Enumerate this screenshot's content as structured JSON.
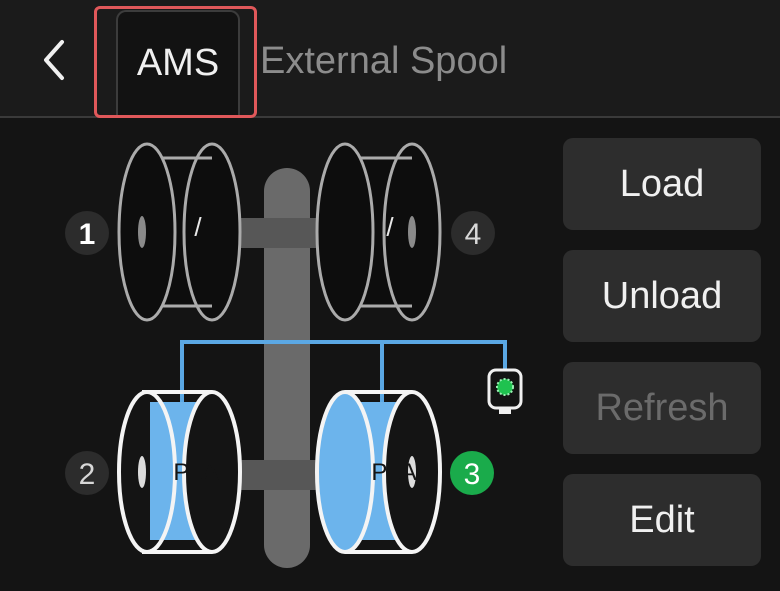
{
  "header": {
    "tabs": [
      "AMS",
      "External Spool"
    ]
  },
  "buttons": {
    "load": "Load",
    "unload": "Unload",
    "refresh": "Refresh",
    "edit": "Edit"
  },
  "slots": [
    {
      "number": "1",
      "label": "/",
      "material": "",
      "color": "",
      "active": false
    },
    {
      "number": "2",
      "label": "PLA",
      "material": "PLA",
      "color": "#6cb4ec",
      "active": false
    },
    {
      "number": "3",
      "label": "PLA",
      "material": "PLA",
      "color": "#6cb4ec",
      "active": true
    },
    {
      "number": "4",
      "label": "/",
      "material": "",
      "color": "",
      "active": false
    }
  ],
  "colors": {
    "active_slot": "#1aab4b",
    "filament_path": "#5ba8e4",
    "highlight": "#e0585a",
    "sensor_led": "#1fc24f"
  }
}
